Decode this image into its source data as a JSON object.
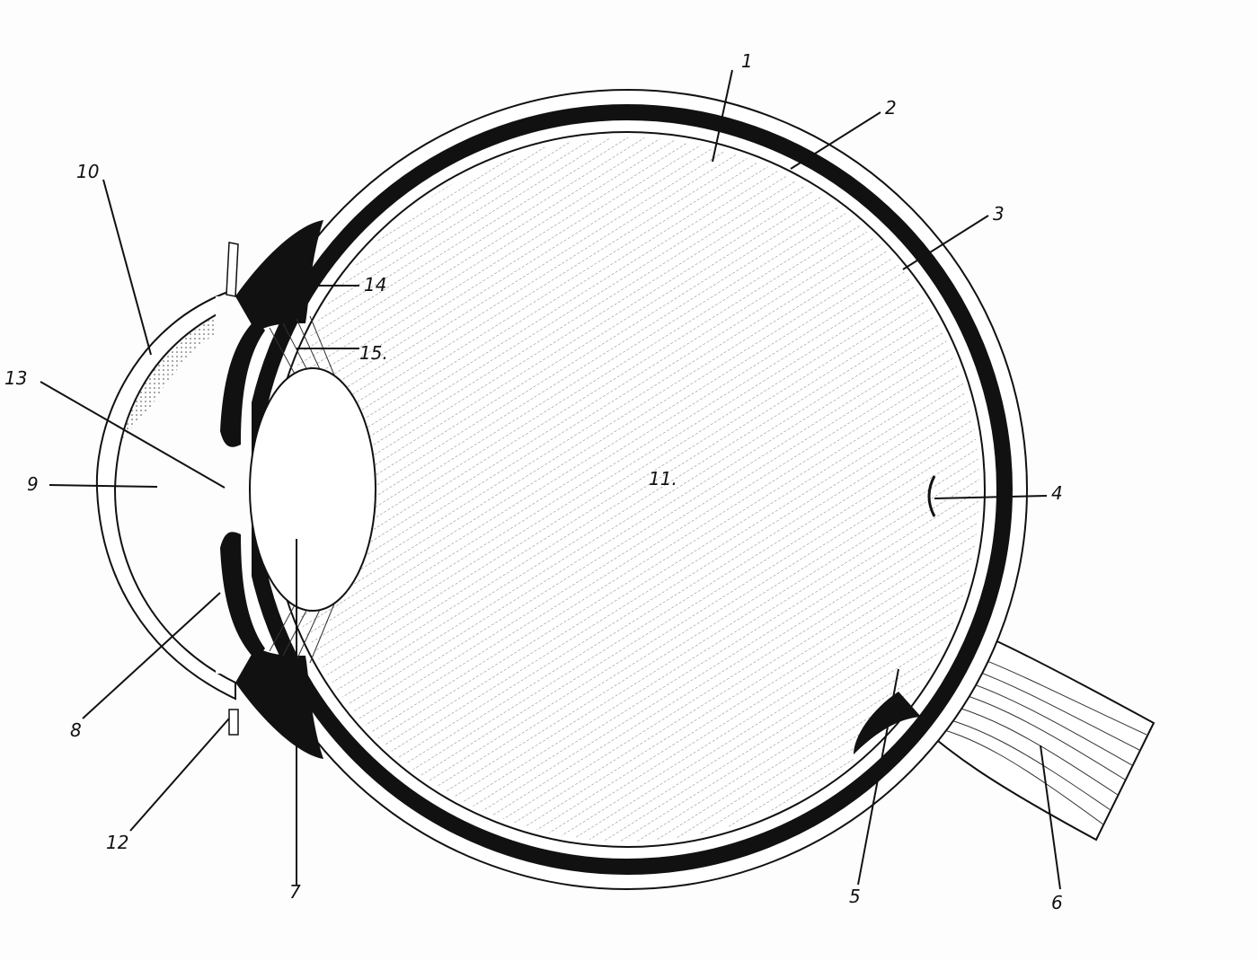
{
  "diagram": {
    "labels": {
      "l1": "1",
      "l2": "2",
      "l3": "3",
      "l4": "4",
      "l5": "5",
      "l6": "6",
      "l7": "7",
      "l8": "8",
      "l9": "9",
      "l10": "10",
      "l11": "11.",
      "l12": "12",
      "l13": "13",
      "l14": "14",
      "l15": "15."
    },
    "colors": {
      "ink": "#111111",
      "paper": "#fdfdfd",
      "hatch": "#555555"
    }
  }
}
